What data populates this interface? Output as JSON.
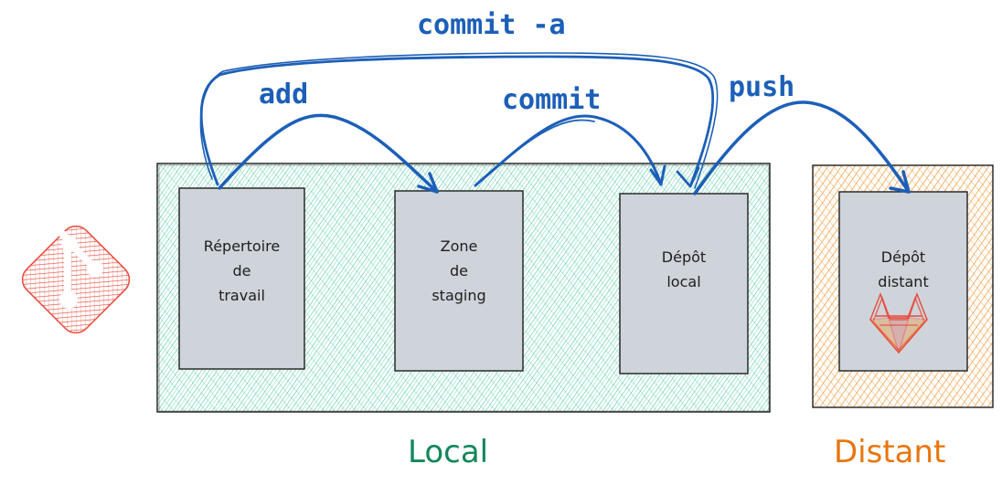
{
  "zones": {
    "local": {
      "label": "Local",
      "color": "#12875a",
      "fill": "#3ec59a"
    },
    "distant": {
      "label": "Distant",
      "color": "#e8760f",
      "fill": "#f2962e"
    }
  },
  "boxes": {
    "workdir": {
      "lines": [
        "Répertoire",
        "de",
        "travail"
      ]
    },
    "staging": {
      "lines": [
        "Zone",
        "de",
        "staging"
      ]
    },
    "localrepo": {
      "lines": [
        "Dépôt",
        "local"
      ]
    },
    "remote": {
      "lines": [
        "Dépôt",
        "distant"
      ]
    }
  },
  "arrows": {
    "commit_a": "commit -a",
    "add": "add",
    "commit": "commit",
    "push": "push"
  },
  "icons": {
    "git": {
      "name": "git-logo-icon",
      "color": "#e84a3b"
    },
    "gitlab": {
      "name": "gitlab-logo-icon",
      "color": "#e84a3b"
    }
  },
  "colors": {
    "box_fill": "#ced4da",
    "box_stroke": "#1e1e1e",
    "arrow": "#1c5fb8"
  }
}
